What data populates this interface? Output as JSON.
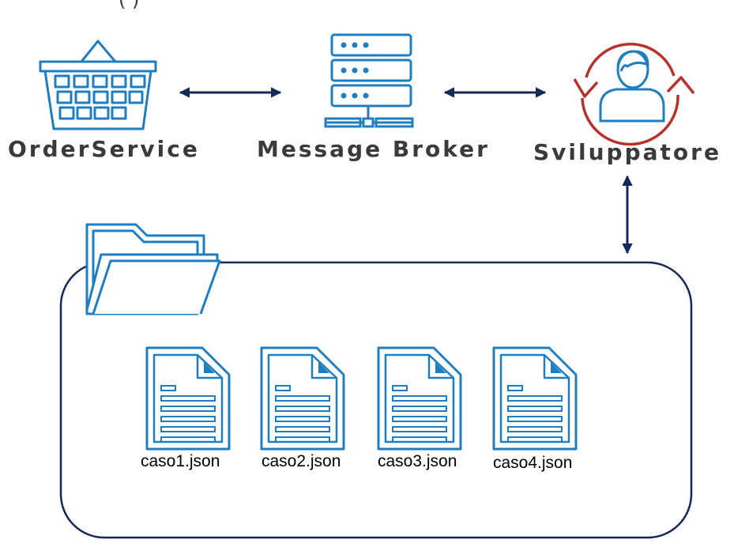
{
  "top_text": "(                        )",
  "nodes": {
    "order_service": "OrderService",
    "message_broker": "Message Broker",
    "sviluppatore": "Sviluppatore"
  },
  "files": [
    {
      "name": "caso1.json"
    },
    {
      "name": "caso2.json"
    },
    {
      "name": "caso3.json"
    },
    {
      "name": "caso4.json"
    }
  ],
  "colors": {
    "icon_blue": "#1f7ec1",
    "arrow_navy": "#14285a",
    "cycle_red": "#b8322c",
    "label_gray": "#3a3a3a"
  },
  "icons": [
    "basket-icon",
    "server-rack-icon",
    "developer-cycle-icon",
    "folder-icon",
    "document-icon"
  ]
}
